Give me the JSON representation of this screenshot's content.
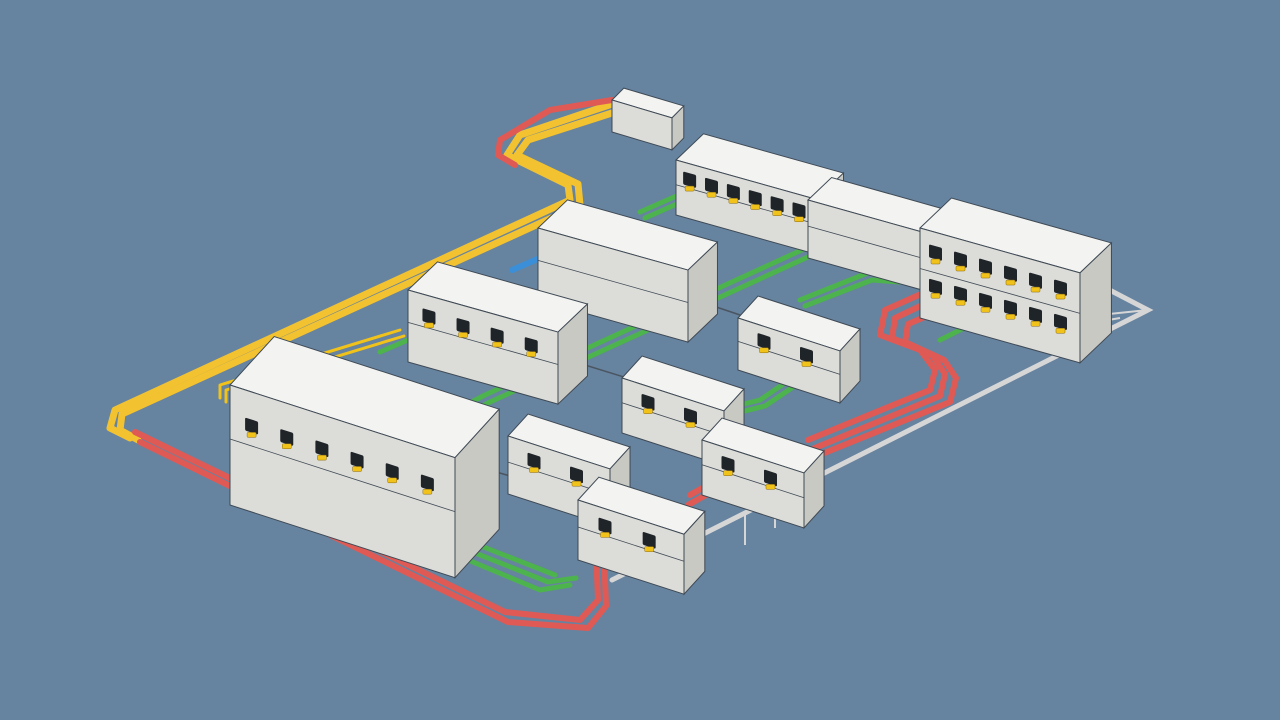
{
  "colors": {
    "background": "#6683a0",
    "box_top": "#f3f3f1",
    "box_left": "#dcdcd8",
    "box_right": "#c9c9c4",
    "edge": "#3f4a55",
    "port": "#1f2429",
    "connector": "#f0c21a",
    "cable_red": "#e05a55",
    "cable_yellow": "#f2c230",
    "cable_green": "#4db34d",
    "cable_blue": "#3a8fd8",
    "rail": "#d6d6d6"
  },
  "devices": [
    {
      "id": "top-coupler",
      "label": "",
      "label_color": "#e58a2a",
      "ports": 0
    },
    {
      "id": "switch-top",
      "label": "",
      "label_color": "#e58a2a",
      "ports": 6
    },
    {
      "id": "box-right-upper",
      "label": "",
      "label_color": "#e58a2a",
      "ports": 0
    },
    {
      "id": "rack-switch",
      "label": "",
      "label_color": "#e58a2a",
      "ports": 12
    },
    {
      "id": "router-center",
      "label": "",
      "label_color": "#e58a2a",
      "ports": 0
    },
    {
      "id": "switch-left",
      "label": "",
      "label_color": "#e58a2a",
      "ports": 4
    },
    {
      "id": "main-hub",
      "label": "",
      "label_color": "#2a7fd0",
      "ports": 6
    },
    {
      "id": "module-a",
      "label": "",
      "label_color": "#e58a2a",
      "ports": 2
    },
    {
      "id": "module-b",
      "label": "",
      "label_color": "#e58a2a",
      "ports": 2
    },
    {
      "id": "module-c",
      "label": "",
      "label_color": "#e58a2a",
      "ports": 2
    },
    {
      "id": "module-d",
      "label": "",
      "label_color": "#e58a2a",
      "ports": 2
    },
    {
      "id": "module-e",
      "label": "",
      "label_color": "#4db34d",
      "ports": 2
    }
  ]
}
